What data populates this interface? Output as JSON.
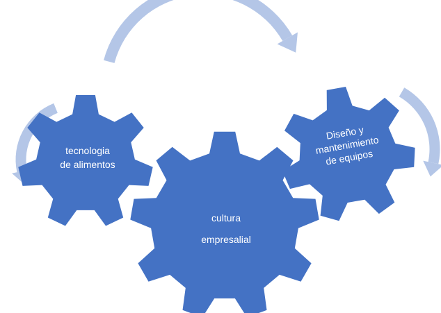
{
  "colors": {
    "gear_fill": "#4472c4",
    "arrow_fill": "#b4c6e7",
    "label_text": "#ffffff"
  },
  "gears": {
    "left": {
      "label": "tecnologia\nde alimentos"
    },
    "center": {
      "label": "cultura\nempresalial"
    },
    "right": {
      "label": "Diseño y\nmantenimiento\nde equipos"
    }
  },
  "arrows": {
    "top": "curved-arrow-icon",
    "left": "curved-arrow-icon",
    "right": "curved-arrow-icon"
  }
}
